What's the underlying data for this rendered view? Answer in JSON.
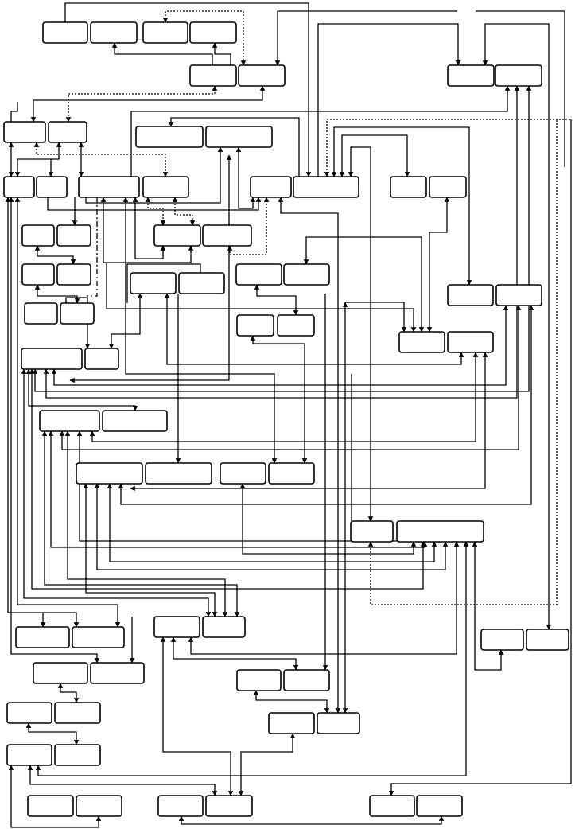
{
  "diagram": {
    "type": "block-diagram",
    "labels_visible": false,
    "node_count": 78,
    "colors": {
      "stroke": "#000000",
      "fill": "#ffffff",
      "background": "#ffffff"
    },
    "edge_styles": [
      "solid",
      "dotted",
      "dash-dot"
    ],
    "arrowhead": "filled-triangle"
  }
}
